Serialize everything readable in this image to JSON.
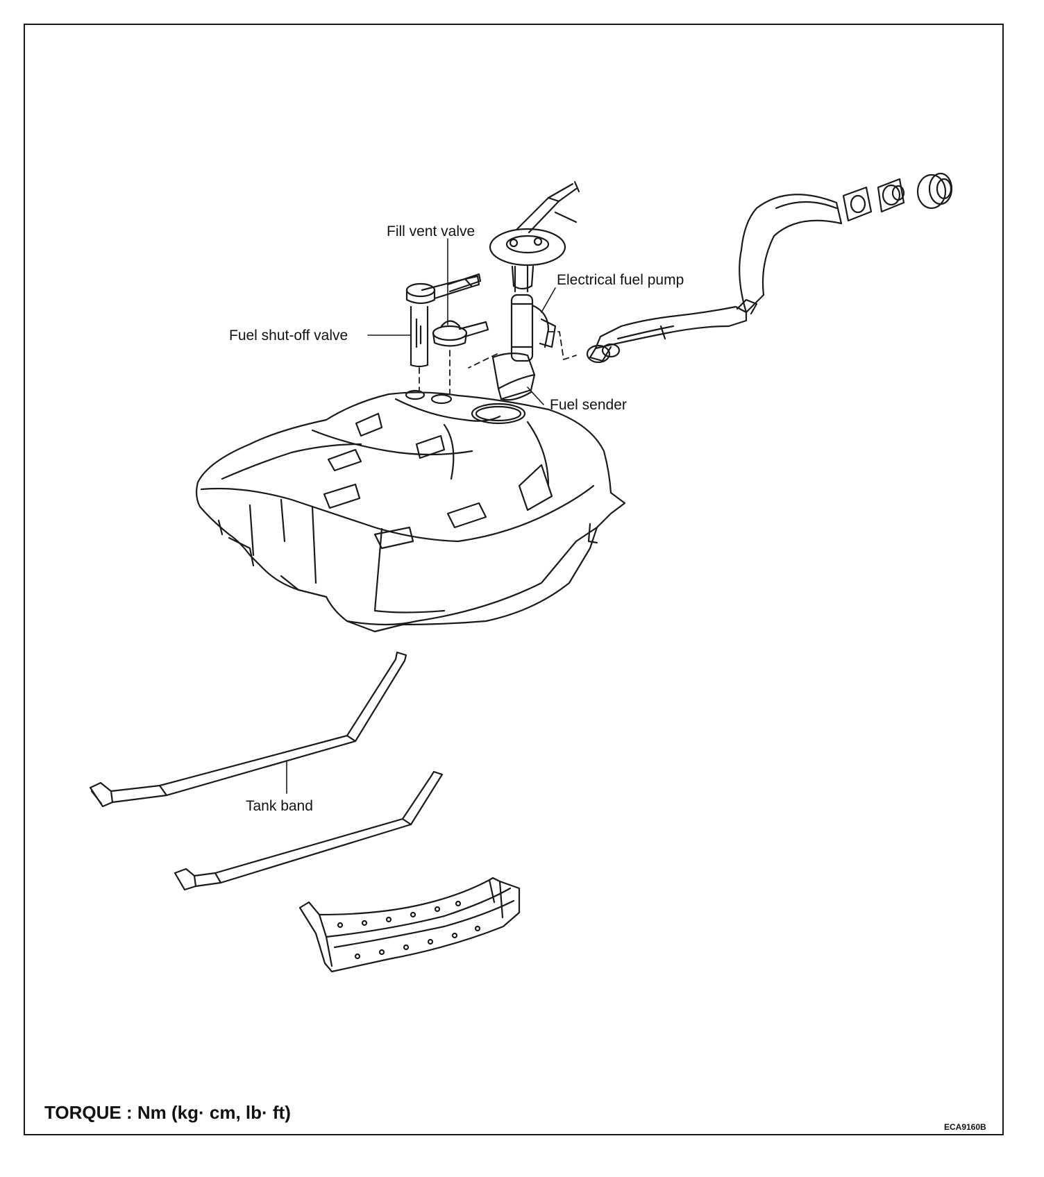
{
  "labels": {
    "fill_vent_valve": "Fill vent valve",
    "electrical_fuel_pump": "Electrical fuel pump",
    "fuel_shutoff_valve": "Fuel shut-off valve",
    "fuel_sender": "Fuel sender",
    "tank_band": "Tank band"
  },
  "footer": {
    "torque_note": "TORQUE : Nm (kg· cm, lb· ft)",
    "figure_code": "ECA9160B"
  }
}
